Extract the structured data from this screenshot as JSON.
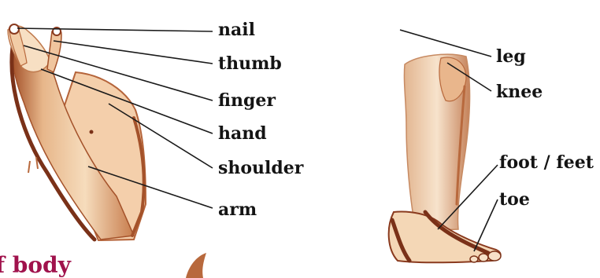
{
  "labels": {
    "nail": "nail",
    "thumb": "thumb",
    "finger": "finger",
    "hand": "hand",
    "shoulder": "shoulder",
    "arm": "arm",
    "leg": "leg",
    "knee": "knee",
    "foot": "foot / feet",
    "toe": "toe"
  },
  "heading": "f body",
  "colors": {
    "label_text": "#141414",
    "leader_line": "#1a1a1a",
    "heading": "#a0124c",
    "skin_light": "#f6d9b8",
    "skin_mid": "#e7b68a",
    "skin_shadow": "#a4522a",
    "skin_dark": "#7a3118"
  }
}
